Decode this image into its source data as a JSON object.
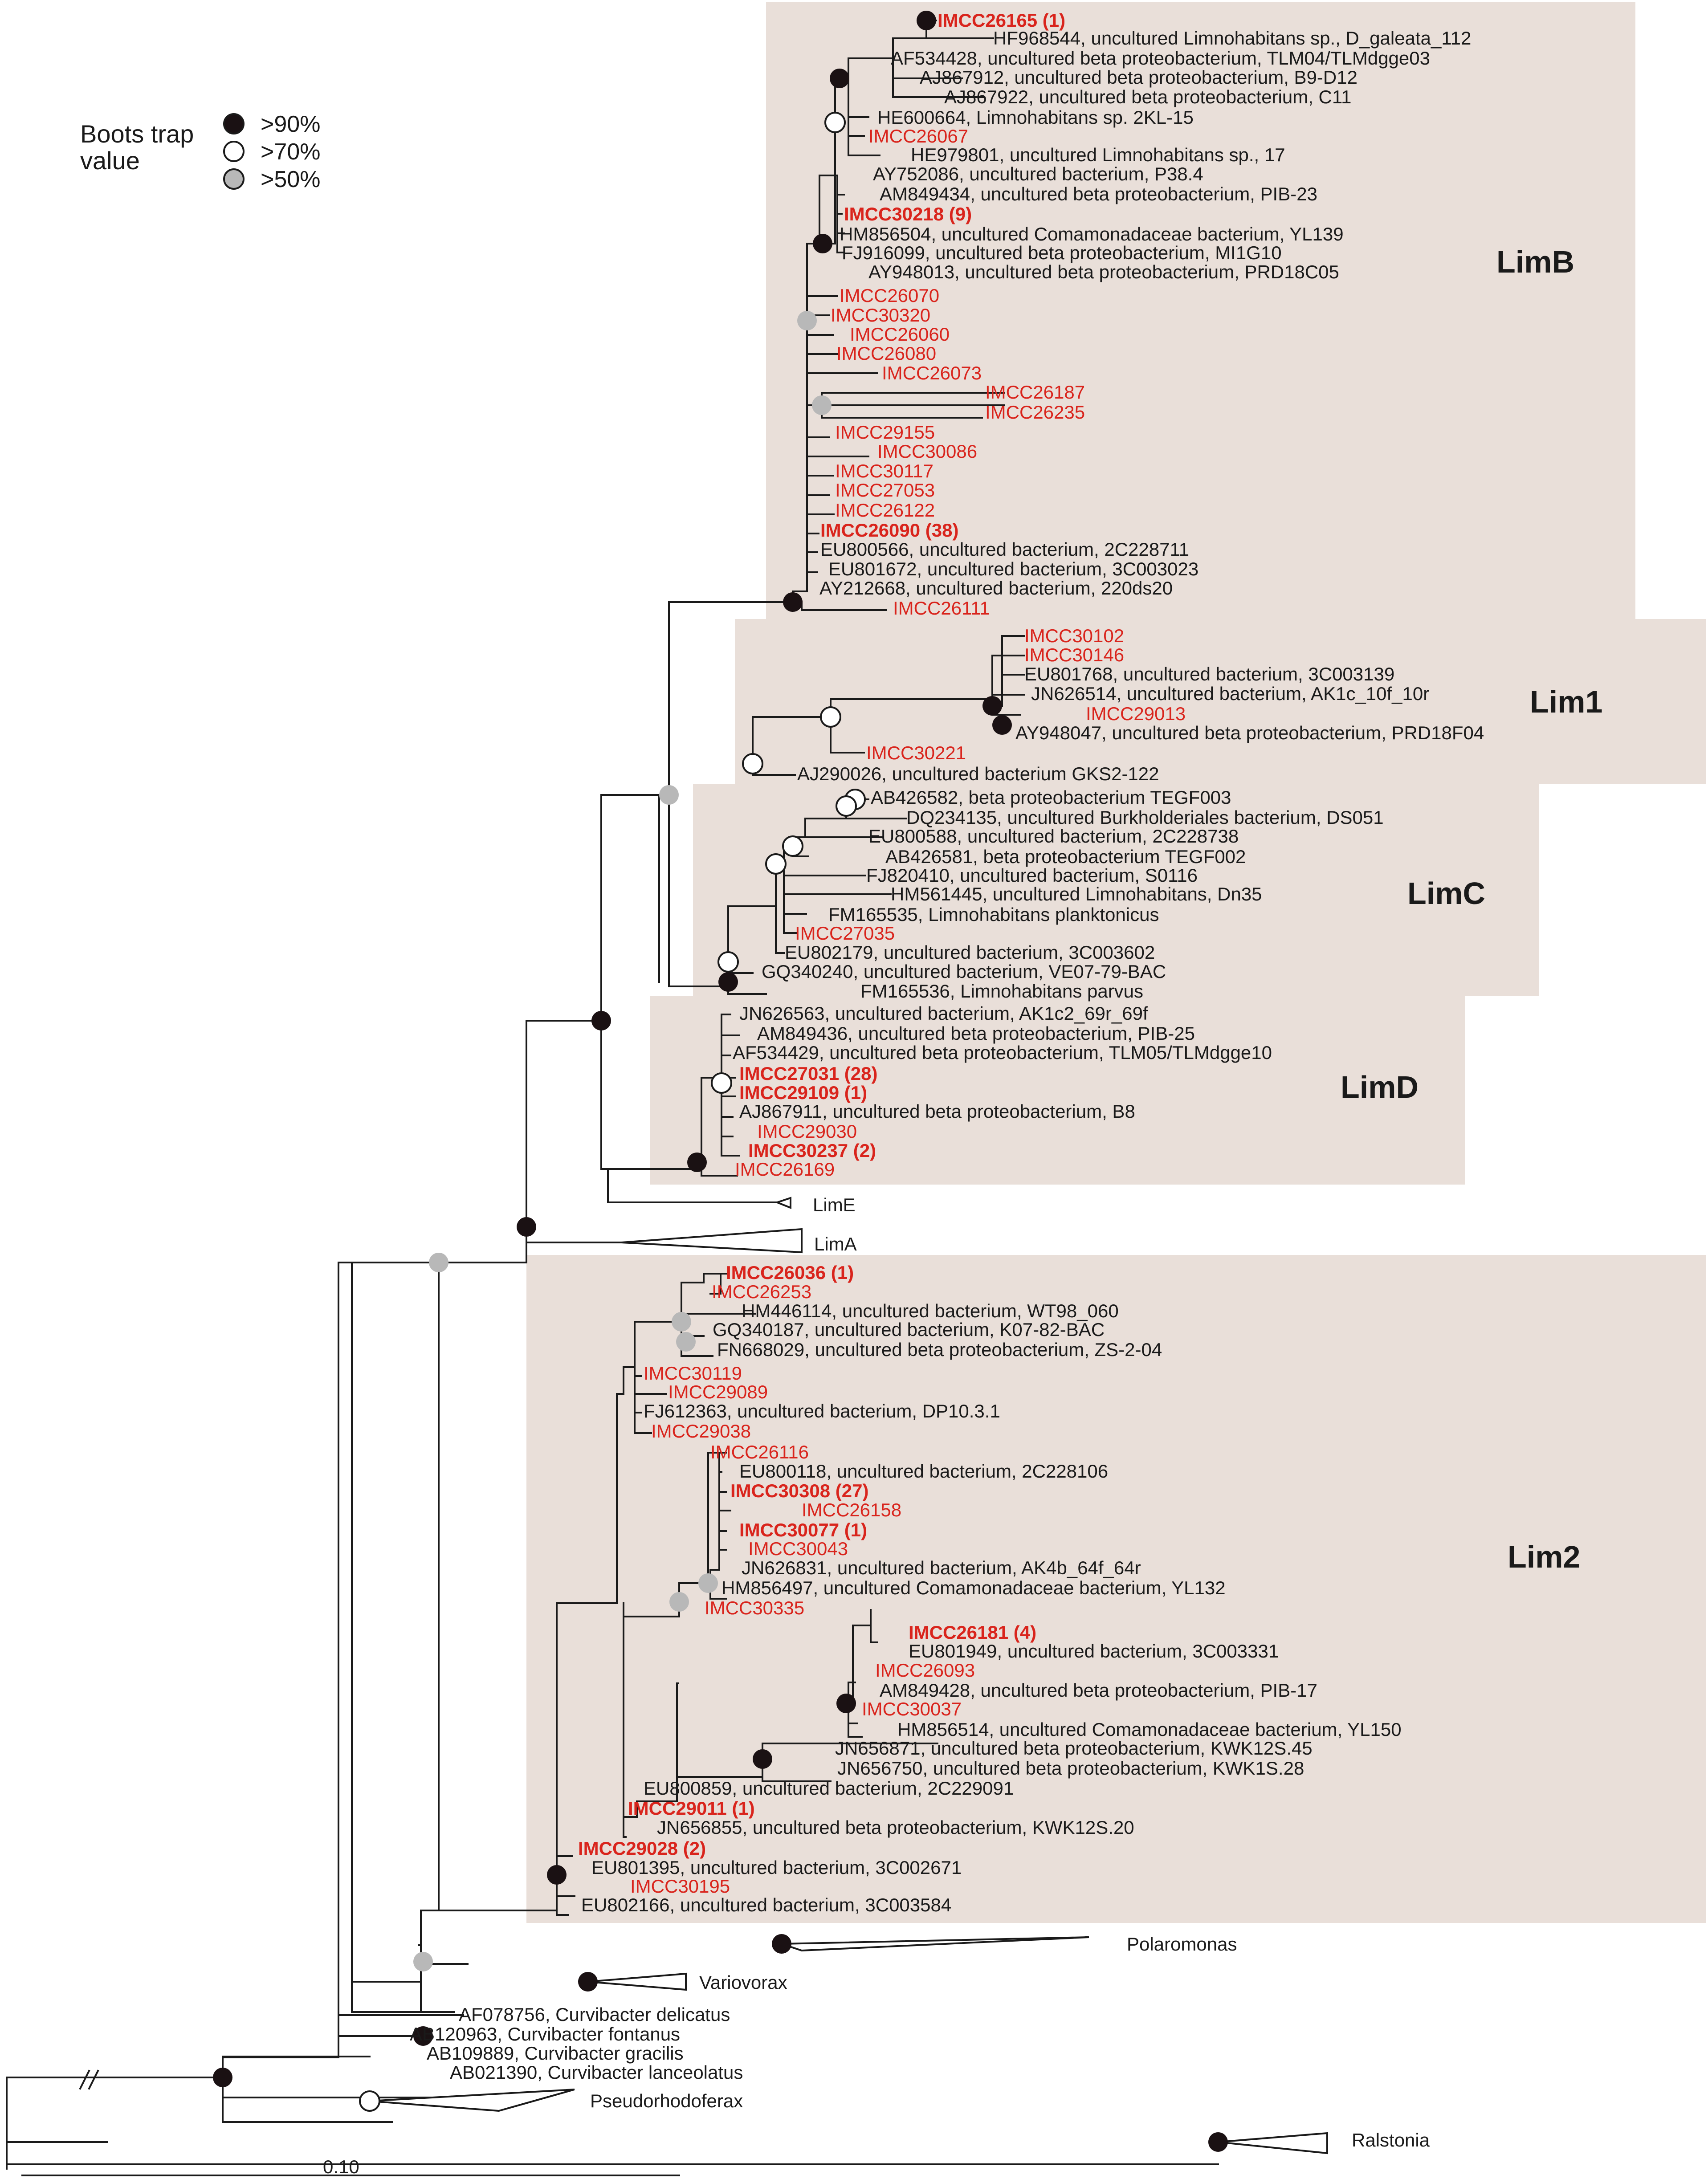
{
  "colors": {
    "clade_fill": "#e9dfd9",
    "isolate_text": "#d9241c",
    "node_high": "#1a1113",
    "node_mid": "#ffffff",
    "node_low": "#b8b8b8"
  },
  "legend": {
    "title_line1": "Boots trap",
    "title_line2": "value",
    "items": [
      {
        "label": ">90%",
        "kind": "high"
      },
      {
        "label": ">70%",
        "kind": "mid"
      },
      {
        "label": ">50%",
        "kind": "low"
      }
    ]
  },
  "scale_bar": {
    "label": "0.10"
  },
  "clades": {
    "LimB": "LimB",
    "Lim1": "Lim1",
    "LimC": "LimC",
    "LimD": "LimD",
    "Lim2": "Lim2"
  },
  "collapsed": {
    "LimE": "LimE",
    "LimA": "LimA",
    "Polaromonas": "Polaromonas",
    "Variovorax": "Variovorax",
    "Pseudorhodoferax": "Pseudorhodoferax",
    "Ralstonia": "Ralstonia"
  },
  "leaves": [
    {
      "label": "IMCC26165 (1)",
      "iso": true,
      "bold": true
    },
    {
      "label": "HF968544, uncultured Limnohabitans sp., D_galeata_112"
    },
    {
      "label": "AF534428, uncultured beta proteobacterium, TLM04/TLMdgge03"
    },
    {
      "label": "AJ867912, uncultured beta proteobacterium, B9-D12"
    },
    {
      "label": "AJ867922, uncultured beta proteobacterium, C11"
    },
    {
      "label": "HE600664, Limnohabitans sp. 2KL-15"
    },
    {
      "label": "IMCC26067",
      "iso": true
    },
    {
      "label": "HE979801, uncultured Limnohabitans sp., 17"
    },
    {
      "label": "AY752086, uncultured bacterium, P38.4"
    },
    {
      "label": "AM849434, uncultured beta proteobacterium, PIB-23"
    },
    {
      "label": "IMCC30218 (9)",
      "iso": true,
      "bold": true
    },
    {
      "label": "HM856504, uncultured Comamonadaceae bacterium, YL139"
    },
    {
      "label": "FJ916099, uncultured beta proteobacterium, MI1G10"
    },
    {
      "label": "AY948013, uncultured beta proteobacterium, PRD18C05"
    },
    {
      "label": "IMCC26070",
      "iso": true
    },
    {
      "label": "IMCC30320",
      "iso": true
    },
    {
      "label": "IMCC26060",
      "iso": true
    },
    {
      "label": "IMCC26080",
      "iso": true
    },
    {
      "label": "IMCC26073",
      "iso": true
    },
    {
      "label": "IMCC26187",
      "iso": true
    },
    {
      "label": "IMCC26235",
      "iso": true
    },
    {
      "label": "IMCC29155",
      "iso": true
    },
    {
      "label": "IMCC30086",
      "iso": true
    },
    {
      "label": "IMCC30117",
      "iso": true
    },
    {
      "label": "IMCC27053",
      "iso": true
    },
    {
      "label": "IMCC26122",
      "iso": true
    },
    {
      "label": "IMCC26090 (38)",
      "iso": true,
      "bold": true
    },
    {
      "label": "EU800566, uncultured bacterium, 2C228711"
    },
    {
      "label": "EU801672, uncultured bacterium, 3C003023"
    },
    {
      "label": "AY212668, uncultured bacterium, 220ds20"
    },
    {
      "label": "IMCC26111",
      "iso": true
    },
    {
      "label": "IMCC30102",
      "iso": true
    },
    {
      "label": "IMCC30146",
      "iso": true
    },
    {
      "label": "EU801768, uncultured bacterium, 3C003139"
    },
    {
      "label": "JN626514, uncultured bacterium, AK1c_10f_10r"
    },
    {
      "label": "IMCC29013",
      "iso": true
    },
    {
      "label": "AY948047, uncultured beta proteobacterium, PRD18F04"
    },
    {
      "label": "IMCC30221",
      "iso": true
    },
    {
      "label": "AJ290026, uncultured bacterium GKS2-122"
    },
    {
      "label": "AB426582, beta proteobacterium TEGF003"
    },
    {
      "label": "DQ234135, uncultured Burkholderiales bacterium, DS051"
    },
    {
      "label": "EU800588, uncultured bacterium, 2C228738"
    },
    {
      "label": "AB426581, beta proteobacterium TEGF002"
    },
    {
      "label": "FJ820410, uncultured bacterium, S0116"
    },
    {
      "label": "HM561445, uncultured Limnohabitans, Dn35"
    },
    {
      "label": "FM165535, Limnohabitans planktonicus"
    },
    {
      "label": "IMCC27035",
      "iso": true
    },
    {
      "label": "EU802179, uncultured bacterium, 3C003602"
    },
    {
      "label": "GQ340240, uncultured bacterium, VE07-79-BAC"
    },
    {
      "label": "FM165536, Limnohabitans parvus"
    },
    {
      "label": "JN626563, uncultured bacterium, AK1c2_69r_69f"
    },
    {
      "label": "AM849436, uncultured beta proteobacterium, PIB-25"
    },
    {
      "label": "AF534429, uncultured beta proteobacterium, TLM05/TLMdgge10"
    },
    {
      "label": "IMCC27031 (28)",
      "iso": true,
      "bold": true
    },
    {
      "label": "IMCC29109 (1)",
      "iso": true,
      "bold": true
    },
    {
      "label": "AJ867911, uncultured beta proteobacterium, B8"
    },
    {
      "label": "IMCC29030",
      "iso": true
    },
    {
      "label": "IMCC30237 (2)",
      "iso": true,
      "bold": true
    },
    {
      "label": "IMCC26169",
      "iso": true
    },
    {
      "label": "IMCC26036 (1)",
      "iso": true,
      "bold": true
    },
    {
      "label": "IMCC26253",
      "iso": true
    },
    {
      "label": "HM446114, uncultured bacterium, WT98_060"
    },
    {
      "label": "GQ340187, uncultured bacterium, K07-82-BAC"
    },
    {
      "label": "FN668029, uncultured beta proteobacterium, ZS-2-04"
    },
    {
      "label": "IMCC30119",
      "iso": true
    },
    {
      "label": "IMCC29089",
      "iso": true
    },
    {
      "label": "FJ612363, uncultured bacterium, DP10.3.1"
    },
    {
      "label": "IMCC29038",
      "iso": true
    },
    {
      "label": "IMCC26116",
      "iso": true
    },
    {
      "label": "EU800118, uncultured bacterium, 2C228106"
    },
    {
      "label": "IMCC30308 (27)",
      "iso": true,
      "bold": true
    },
    {
      "label": "IMCC26158",
      "iso": true
    },
    {
      "label": "IMCC30077 (1)",
      "iso": true,
      "bold": true
    },
    {
      "label": "IMCC30043",
      "iso": true
    },
    {
      "label": "JN626831, uncultured bacterium, AK4b_64f_64r"
    },
    {
      "label": "HM856497, uncultured Comamonadaceae bacterium, YL132"
    },
    {
      "label": "IMCC30335",
      "iso": true
    },
    {
      "label": "IMCC26181 (4)",
      "iso": true,
      "bold": true
    },
    {
      "label": "EU801949, uncultured bacterium, 3C003331"
    },
    {
      "label": "IMCC26093",
      "iso": true
    },
    {
      "label": "AM849428, uncultured beta proteobacterium, PIB-17"
    },
    {
      "label": "IMCC30037",
      "iso": true
    },
    {
      "label": "HM856514, uncultured Comamonadaceae bacterium, YL150"
    },
    {
      "label": "JN656871, uncultured beta proteobacterium, KWK12S.45"
    },
    {
      "label": "JN656750, uncultured beta proteobacterium, KWK1S.28"
    },
    {
      "label": "EU800859, uncultured bacterium, 2C229091"
    },
    {
      "label": "IMCC29011 (1)",
      "iso": true,
      "bold": true
    },
    {
      "label": "JN656855, uncultured beta proteobacterium, KWK12S.20"
    },
    {
      "label": "IMCC29028 (2)",
      "iso": true,
      "bold": true
    },
    {
      "label": "EU801395, uncultured bacterium, 3C002671"
    },
    {
      "label": "IMCC30195",
      "iso": true
    },
    {
      "label": "EU802166, uncultured bacterium, 3C003584"
    },
    {
      "label": "AF078756, Curvibacter delicatus"
    },
    {
      "label": "AB120963, Curvibacter fontanus"
    },
    {
      "label": "AB109889, Curvibacter gracilis"
    },
    {
      "label": "AB021390, Curvibacter lanceolatus"
    }
  ]
}
